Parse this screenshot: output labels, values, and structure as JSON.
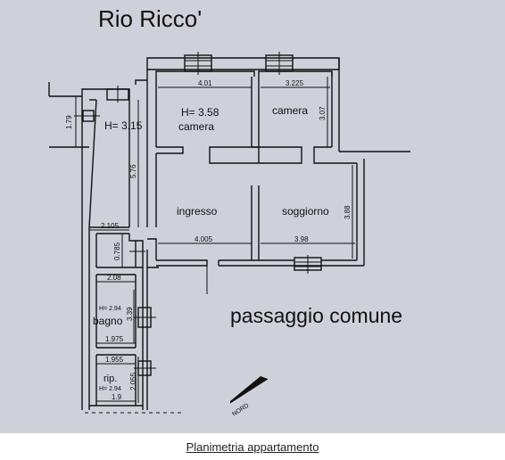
{
  "title": "Rio Ricco'",
  "caption": "Planimetria appartamento",
  "rooms": {
    "camera1": {
      "height": "H= 3.58",
      "label": "camera"
    },
    "camera2": {
      "label": "camera"
    },
    "corridor": {
      "height": "H= 3.15"
    },
    "ingresso": {
      "label": "ingresso"
    },
    "soggiorno": {
      "label": "soggiorno"
    },
    "bagno": {
      "height": "H= 2.94",
      "label": "bagno"
    },
    "rip": {
      "label": "rip.",
      "height": "H= 2.94"
    }
  },
  "common_area": "passaggio comune",
  "north": "NORD",
  "dimensions": {
    "d401": "4.01",
    "d3225": "3.225",
    "d307": "3.07",
    "d179": "1.79",
    "d576": "5.76",
    "d388": "3.88",
    "d2105": "2.105",
    "d4005": "4.005",
    "d398": "3.98",
    "d0785": "0.785",
    "d208": "2.08",
    "d339": "3.39",
    "d1975": "1.975",
    "d1955": "1.955",
    "d2055": "2.055",
    "d19": "1.9"
  }
}
